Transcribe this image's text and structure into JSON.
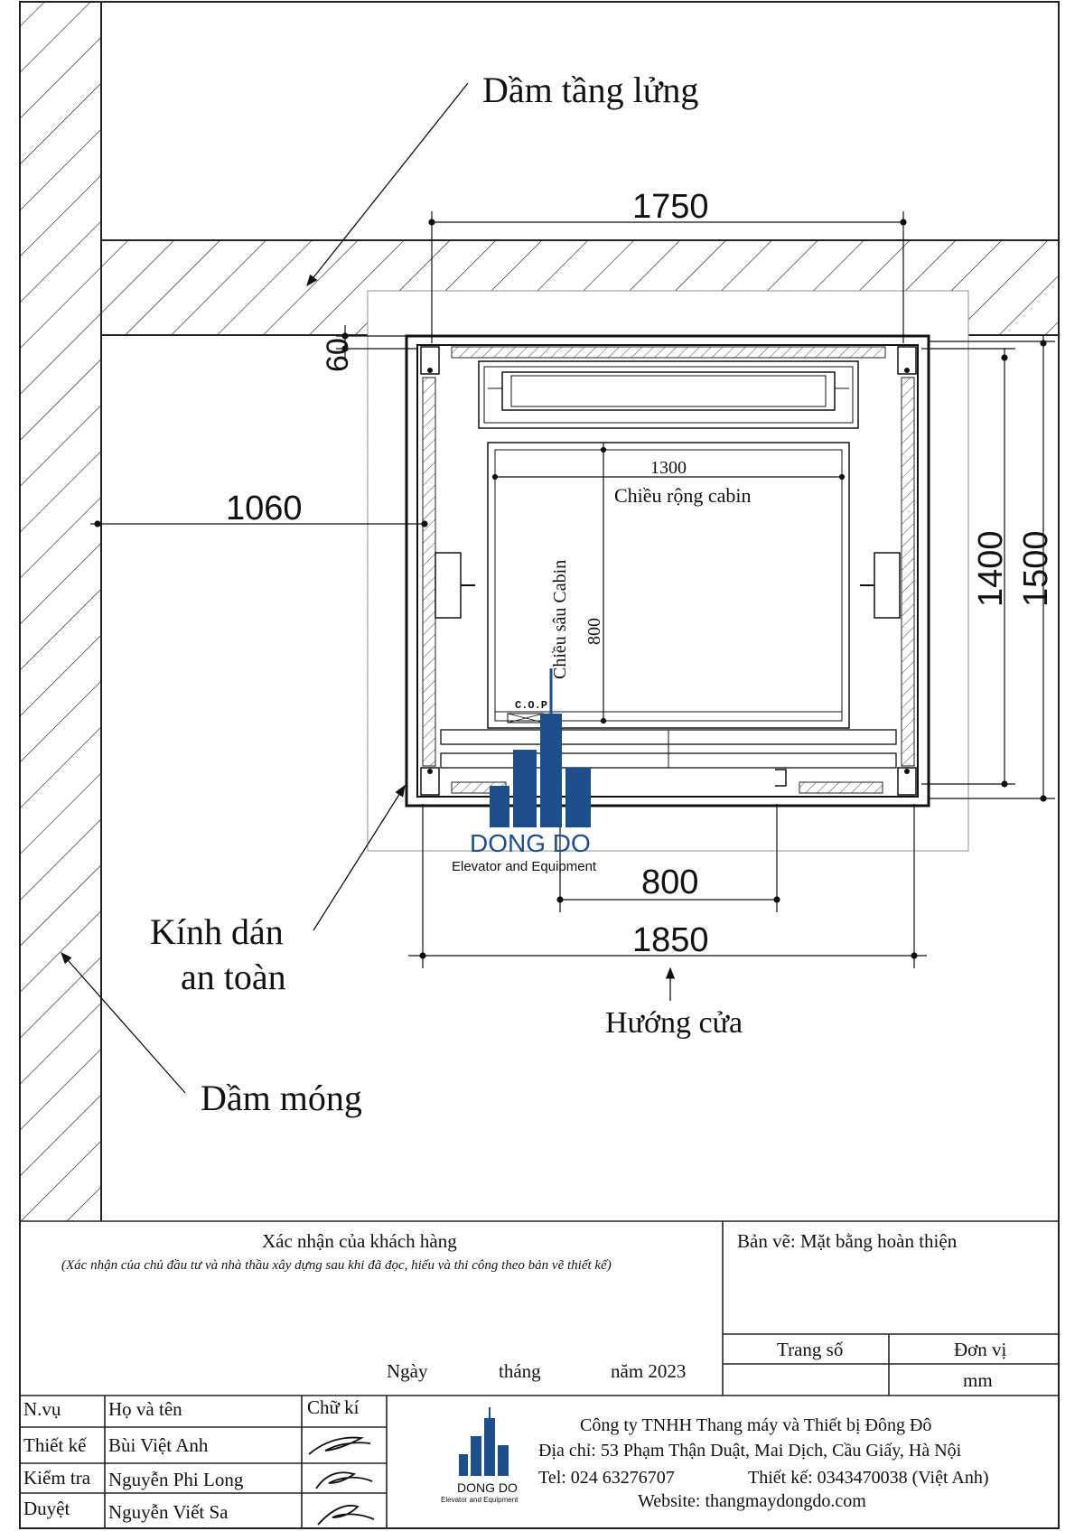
{
  "labels": {
    "beam_mezzanine": "Dầm tầng lửng",
    "glass": "Kính dán",
    "glass_line2": "an toàn",
    "beam_foundation": "Dầm móng",
    "cabin_width": "Chiều rộng cabin",
    "cabin_depth": "Chiều sâu Cabin",
    "cop": "C.O.P",
    "door_direction": "Hướng cửa"
  },
  "dimensions": {
    "top_width": "1750",
    "wall_offset": "1060",
    "gap_60": "60",
    "cabin_width": "1300",
    "cabin_depth": "800",
    "depth_1400": "1400",
    "depth_1500": "1500",
    "door_800": "800",
    "bottom_1850": "1850"
  },
  "logo": {
    "name": "DONG DO",
    "tagline": "Elevator and Equipment",
    "color": "#1f4e8c"
  },
  "title_block": {
    "customer_confirm": "Xác nhận của khách hàng",
    "customer_note": "(Xác nhận của chủ đầu tư và nhà thầu xây dựng sau khi đã đọc, hiểu và thi công theo bản vẽ thiết kế)",
    "date_day": "Ngày",
    "date_month": "tháng",
    "date_year": "năm 2023",
    "drawing_label": "Bản vẽ: Mặt bằng hoàn thiện",
    "page_no": "Trang số",
    "unit_label": "Đơn vị",
    "unit_value": "mm",
    "col_role": "N.vụ",
    "col_name": "Họ và tên",
    "col_sign": "Chữ kí",
    "rows": [
      {
        "role": "Thiết kế",
        "name": "Bùi Việt Anh"
      },
      {
        "role": "Kiểm tra",
        "name": "Nguyễn Phi Long"
      },
      {
        "role": "Duyệt",
        "name": "Nguyễn Viết Sa"
      }
    ],
    "company": "Công ty TNHH Thang máy và Thiết bị Đông Đô",
    "address": "Địa chỉ: 53 Phạm Thận Duật, Mai Dịch, Cầu Giấy, Hà Nội",
    "tel": "Tel: 024 63276707",
    "designer_tel": "Thiết kế: 0343470038 (Việt Anh)",
    "website": "Website: thangmaydongdo.com"
  }
}
